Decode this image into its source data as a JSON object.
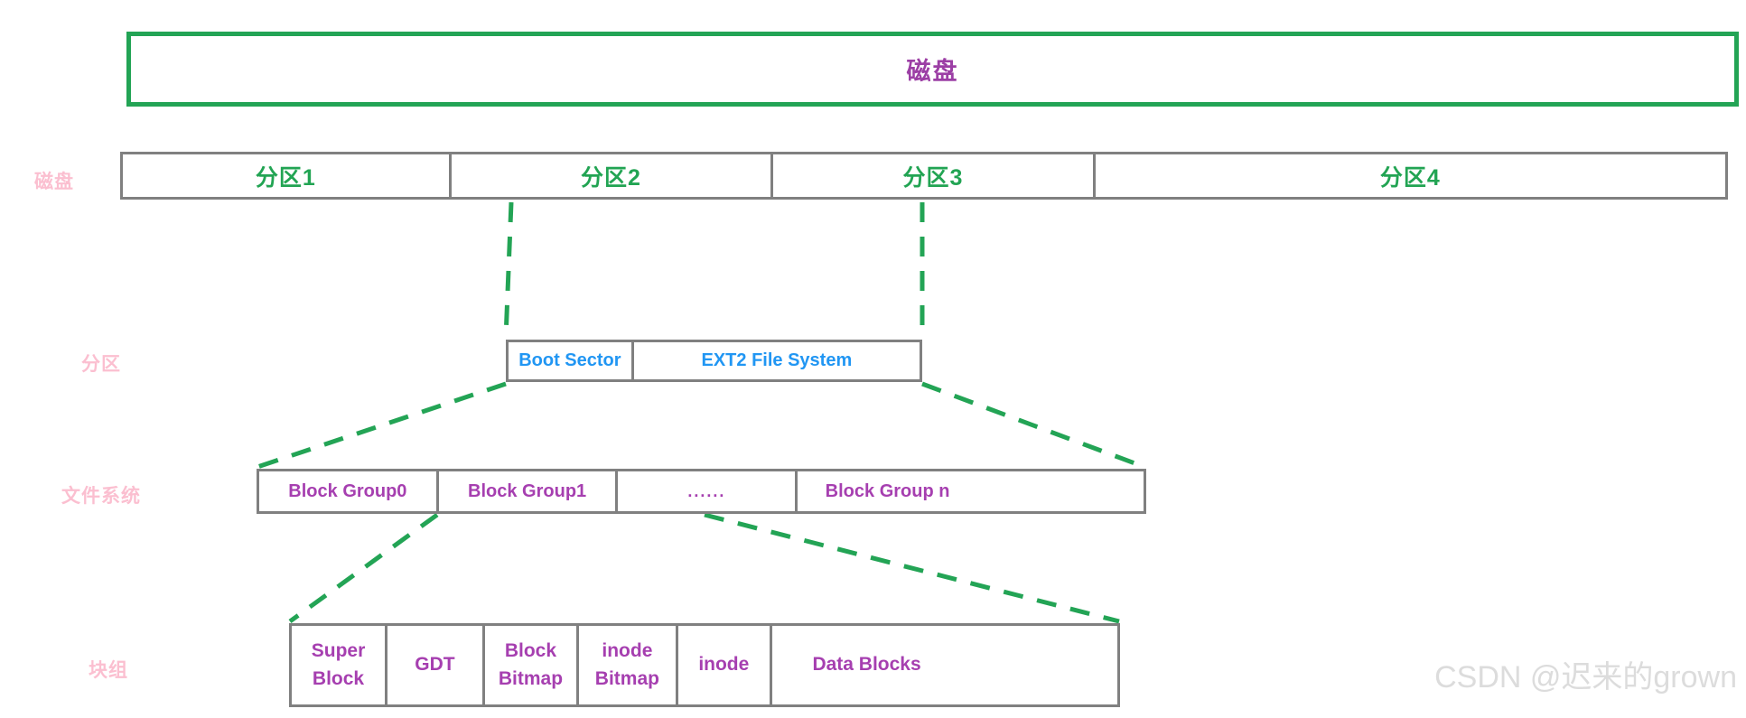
{
  "diagram": {
    "title_box": {
      "label": "磁盘",
      "border_color": "#23a455",
      "text_color": "#9c3fa5"
    },
    "row_labels": [
      {
        "name": "disk",
        "label": "磁盘"
      },
      {
        "name": "partition",
        "label": "分区"
      },
      {
        "name": "filesystem",
        "label": "文件系统"
      },
      {
        "name": "block-group",
        "label": "块组"
      }
    ],
    "partitions": {
      "text_color": "#22a453",
      "cells": [
        {
          "label": "分区1",
          "width_pct": 20.5
        },
        {
          "label": "分区2",
          "width_pct": 20.1
        },
        {
          "label": "分区3",
          "width_pct": 20.1
        },
        {
          "label": "分区4",
          "width_pct": 39.3
        }
      ]
    },
    "filesystem": {
      "text_color": "#2196f3",
      "cells": [
        {
          "label": "Boot Sector",
          "width_pct": 30.5
        },
        {
          "label": "EXT2 File System",
          "width_pct": 69.5
        }
      ]
    },
    "block_groups": {
      "text_color": "#a63fb0",
      "cells": [
        {
          "label": "Block Group0",
          "width_pct": 20.3
        },
        {
          "label": "Block Group1",
          "width_pct": 20.3
        },
        {
          "label": "......",
          "width_pct": 20.3
        },
        {
          "label": "Block Group n",
          "width_pct": 20.3
        }
      ]
    },
    "block_group_detail": {
      "text_color": "#a63fb0",
      "cells": [
        {
          "line1": "Super",
          "line2": "Block",
          "width_pct": 11.6
        },
        {
          "line1": "GDT",
          "line2": "",
          "width_pct": 11.8
        },
        {
          "line1": "Block",
          "line2": "Bitmap",
          "width_pct": 11.4
        },
        {
          "line1": "inode",
          "line2": "Bitmap",
          "width_pct": 12.0
        },
        {
          "line1": "inode",
          "line2": "",
          "width_pct": 11.4
        },
        {
          "line1": "Data Blocks",
          "line2": "",
          "width_pct": 22.9
        }
      ]
    },
    "watermark": "CSDN @迟来的grown"
  }
}
